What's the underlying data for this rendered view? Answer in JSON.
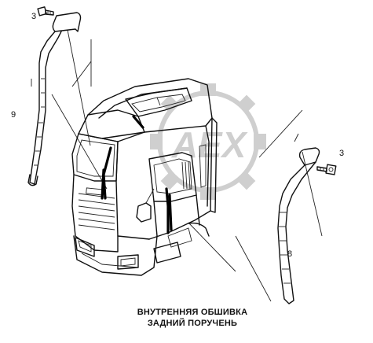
{
  "callouts": {
    "bolt_left": "3",
    "bolt_right": "3",
    "handrail_left": "9",
    "handrail_right": "8"
  },
  "caption": {
    "line1": "ВНУТРЕННЯЯ ОБШИВКА",
    "line2": "ЗАДНИЙ ПОРУЧЕНЬ"
  },
  "watermark": {
    "text": "AEX"
  }
}
